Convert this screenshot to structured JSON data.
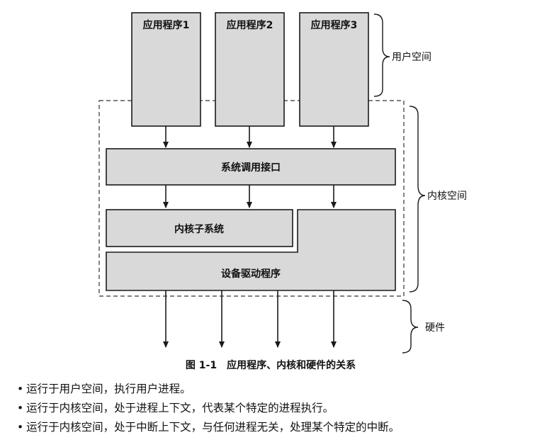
{
  "diagram": {
    "apps": [
      "应用程序1",
      "应用程序2",
      "应用程序3"
    ],
    "syscall": "系统调用接口",
    "subsystem": "内核子系统",
    "driver": "设备驱动程序",
    "user_space": "用户空间",
    "kernel_space": "内核空间",
    "hardware": "硬件",
    "caption": "图 1-1　应用程序、内核和硬件的关系"
  },
  "bullets": [
    "运行于用户空间，执行用户进程。",
    "运行于内核空间，处于进程上下文，代表某个特定的进程执行。",
    "运行于内核空间，处于中断上下文，与任何进程无关，处理某个特定的中断。"
  ]
}
